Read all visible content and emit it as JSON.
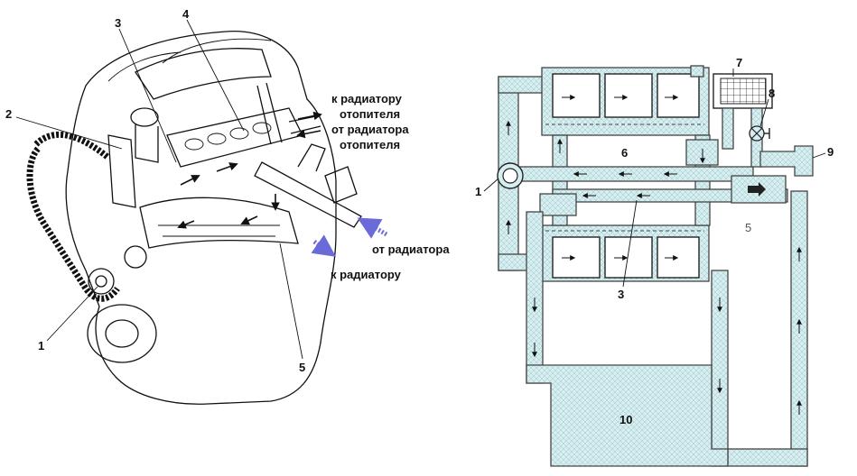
{
  "colors": {
    "coolant": "#d6eef0",
    "hatch": "#8fb5bb",
    "flow_arrow": "#6a6ad8",
    "outline": "#222222"
  },
  "engine_labels": {
    "n1": "1",
    "n2": "2",
    "n3": "3",
    "n4": "4",
    "n5": "5",
    "to_heater_radiator_1": "к радиатору",
    "to_heater_radiator_2": "отопителя",
    "from_heater_radiator_1": "от радиатора",
    "from_heater_radiator_2": "отопителя",
    "from_radiator": "от радиатора",
    "to_radiator": "к радиатору"
  },
  "scheme_labels": {
    "n1": "1",
    "n3": "3",
    "n5": "5",
    "n6": "6",
    "n7": "7",
    "n8": "8",
    "n9": "9",
    "n10": "10"
  }
}
